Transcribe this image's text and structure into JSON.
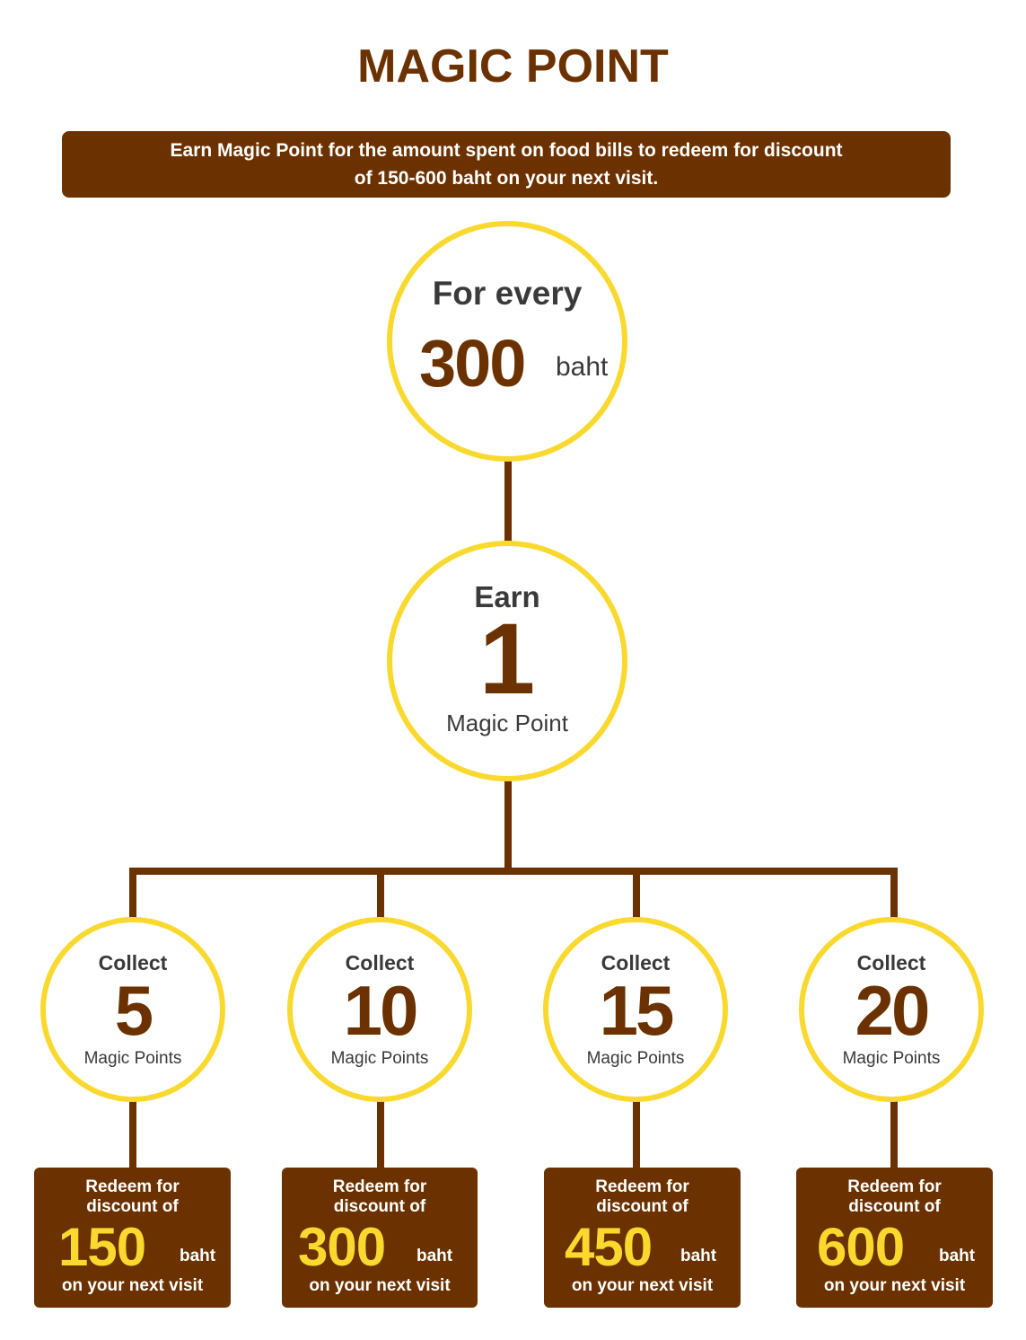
{
  "title": "MAGIC POINT",
  "banner": {
    "text": "Earn Magic Point for the amount spent on food bills to redeem for discount of 150-600 baht on your next visit."
  },
  "top_circle": {
    "line1": "For every",
    "amount": "300",
    "unit": "baht"
  },
  "mid_circle": {
    "line1": "Earn",
    "amount": "1",
    "unit": "Magic Point"
  },
  "tiers": [
    {
      "collect": "Collect",
      "points": "5",
      "points_unit": "Magic Points",
      "redeem_line1": "Redeem for",
      "redeem_line2": "discount of",
      "discount": "150",
      "discount_unit": "baht",
      "footer": "on your next visit"
    },
    {
      "collect": "Collect",
      "points": "10",
      "points_unit": "Magic Points",
      "redeem_line1": "Redeem for",
      "redeem_line2": "discount of",
      "discount": "300",
      "discount_unit": "baht",
      "footer": "on your next visit"
    },
    {
      "collect": "Collect",
      "points": "15",
      "points_unit": "Magic Points",
      "redeem_line1": "Redeem for",
      "redeem_line2": "discount of",
      "discount": "450",
      "discount_unit": "baht",
      "footer": "on your next visit"
    },
    {
      "collect": "Collect",
      "points": "20",
      "points_unit": "Magic Points",
      "redeem_line1": "Redeem for",
      "redeem_line2": "discount of",
      "discount": "600",
      "discount_unit": "baht",
      "footer": "on your next visit"
    }
  ],
  "colors": {
    "brown": "#6b3200",
    "yellow": "#fad92f",
    "text_dark": "#3a3a3a"
  }
}
